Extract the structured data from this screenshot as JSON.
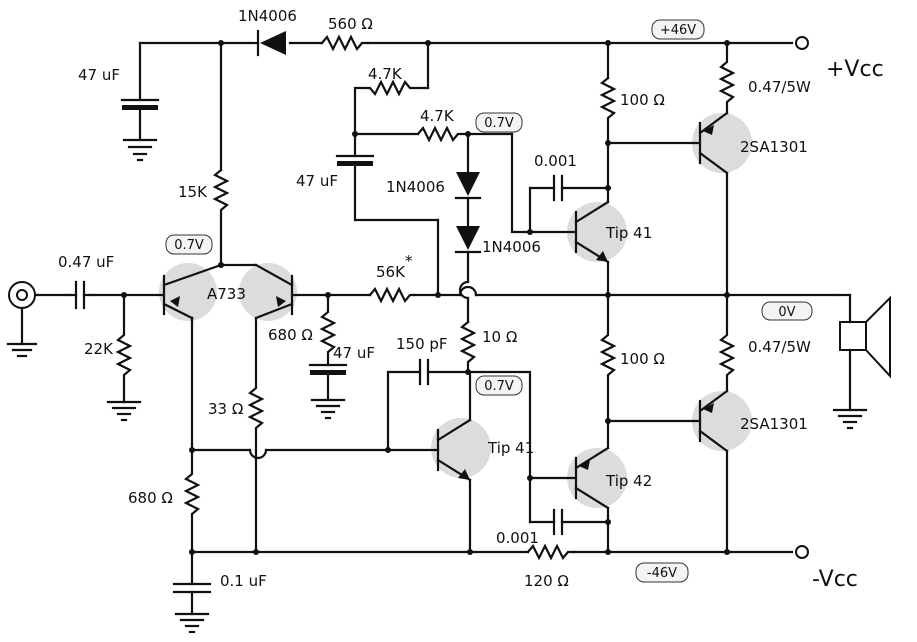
{
  "supply": {
    "pos_label": "+Vcc",
    "neg_label": "-Vcc",
    "pos_voltage": "+46V",
    "neg_voltage": "-46V",
    "zero_voltage": "0V"
  },
  "components": {
    "d_top": "1N4006",
    "r_560": "560 Ω",
    "c_47_top": "47 uF",
    "r_4k7_a": "4.7K",
    "r_4k7_b": "4.7K",
    "v_07_a": "0.7V",
    "c_47_mid": "47 uF",
    "d_mid_1": "1N4006",
    "d_mid_2": "1N4006",
    "r_15k": "15K",
    "v_07_b": "0.7V",
    "c_in": "0.47 uF",
    "pair": "A733",
    "r_56k": "56K",
    "r_56k_mark": "*",
    "r_22k": "22K",
    "r_680_a": "680 Ω",
    "c_47_low": "47 uF",
    "c_150p": "150 pF",
    "r_10": "10 Ω",
    "v_07_c": "0.7V",
    "r_33": "33 Ω",
    "q_tip41_drv": "Tip 41",
    "q_tip41_top": "Tip 41",
    "q_tip42": "Tip 42",
    "c_0001_top": "0.001",
    "c_0001_bot": "0.001",
    "r_100_top": "100 Ω",
    "r_100_bot": "100 Ω",
    "r_047_top": "0.47/5W",
    "r_047_bot": "0.47/5W",
    "q_out_top": "2SA1301",
    "q_out_bot": "2SA1301",
    "r_680_b": "680 Ω",
    "c_01": "0.1 uF",
    "r_120": "120 Ω"
  }
}
